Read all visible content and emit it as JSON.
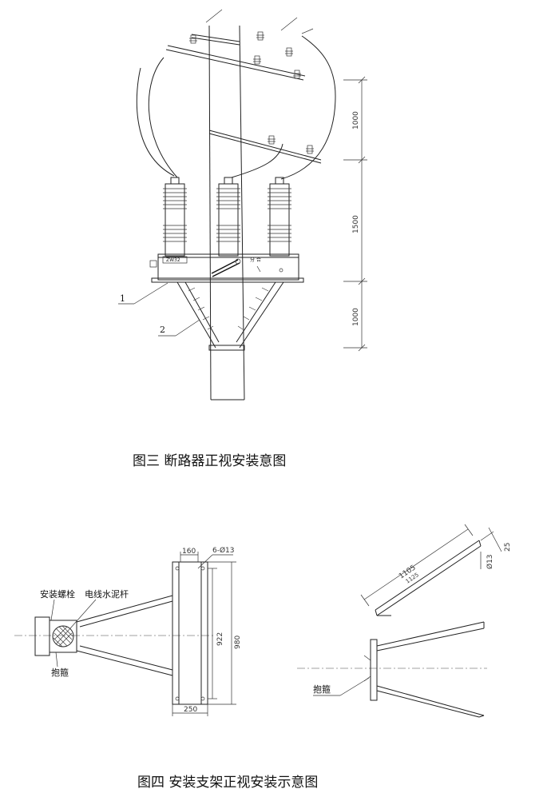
{
  "figure3": {
    "caption": "图三  断路器正视安装意图",
    "dims": {
      "top": "1000",
      "middle": "1500",
      "bottom": "1000"
    },
    "leaders": {
      "one": "1",
      "two": "2"
    },
    "breaker": {
      "switch_label": "分 合",
      "plate": "ZW32"
    }
  },
  "figure4": {
    "caption": "图四  安装支架正视安装示意图",
    "left_view": {
      "bolt_label": "安装螺栓",
      "pole_label": "电线水泥杆",
      "hoop_label": "抱箍",
      "dim_160": "160",
      "dim_holes": "6-Ø13",
      "dim_922": "922",
      "dim_980": "980",
      "dim_250": "250"
    },
    "right_view": {
      "dim_1105": "1105",
      "dim_1125": "1125",
      "dim_13": "Ø13",
      "dim_25": "25",
      "hoop_label": "抱箍"
    }
  }
}
